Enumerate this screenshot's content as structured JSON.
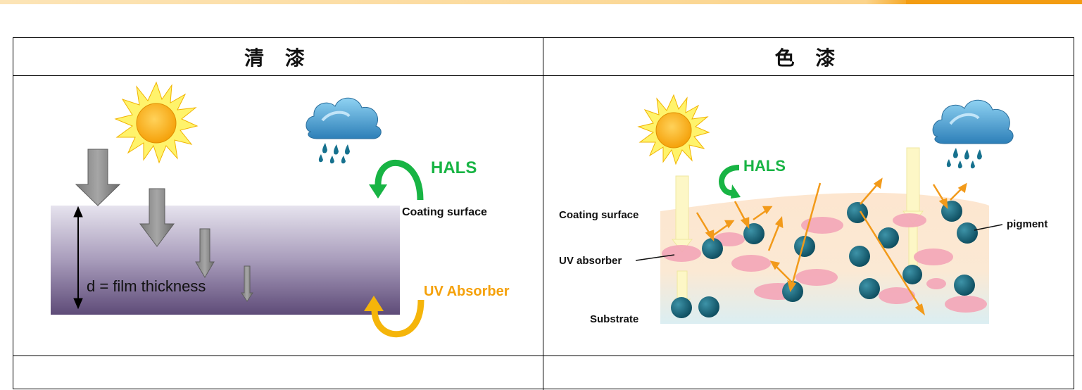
{
  "headers": {
    "left": "清 漆",
    "right": "色 漆"
  },
  "left_panel": {
    "hals": "HALS",
    "coating_surface": "Coating surface",
    "film_thickness": "d = film thickness",
    "uv_absorber": "UV Absorber"
  },
  "right_panel": {
    "hals": "HALS",
    "coating_surface": "Coating surface",
    "uv_absorber": "UV absorber",
    "substrate": "Substrate",
    "pigment": "pigment"
  },
  "colors": {
    "top_bar": "#fbd48c",
    "top_bar_accent": "#f39c12",
    "hals_green": "#18b444",
    "uv_orange": "#f5a10a",
    "pigment_teal": "#1f6e82",
    "absorber_pink": "#f4a6b8",
    "arrow_orange": "#f29a1a"
  },
  "icons": [
    "sun-icon",
    "rain-cloud-icon"
  ]
}
